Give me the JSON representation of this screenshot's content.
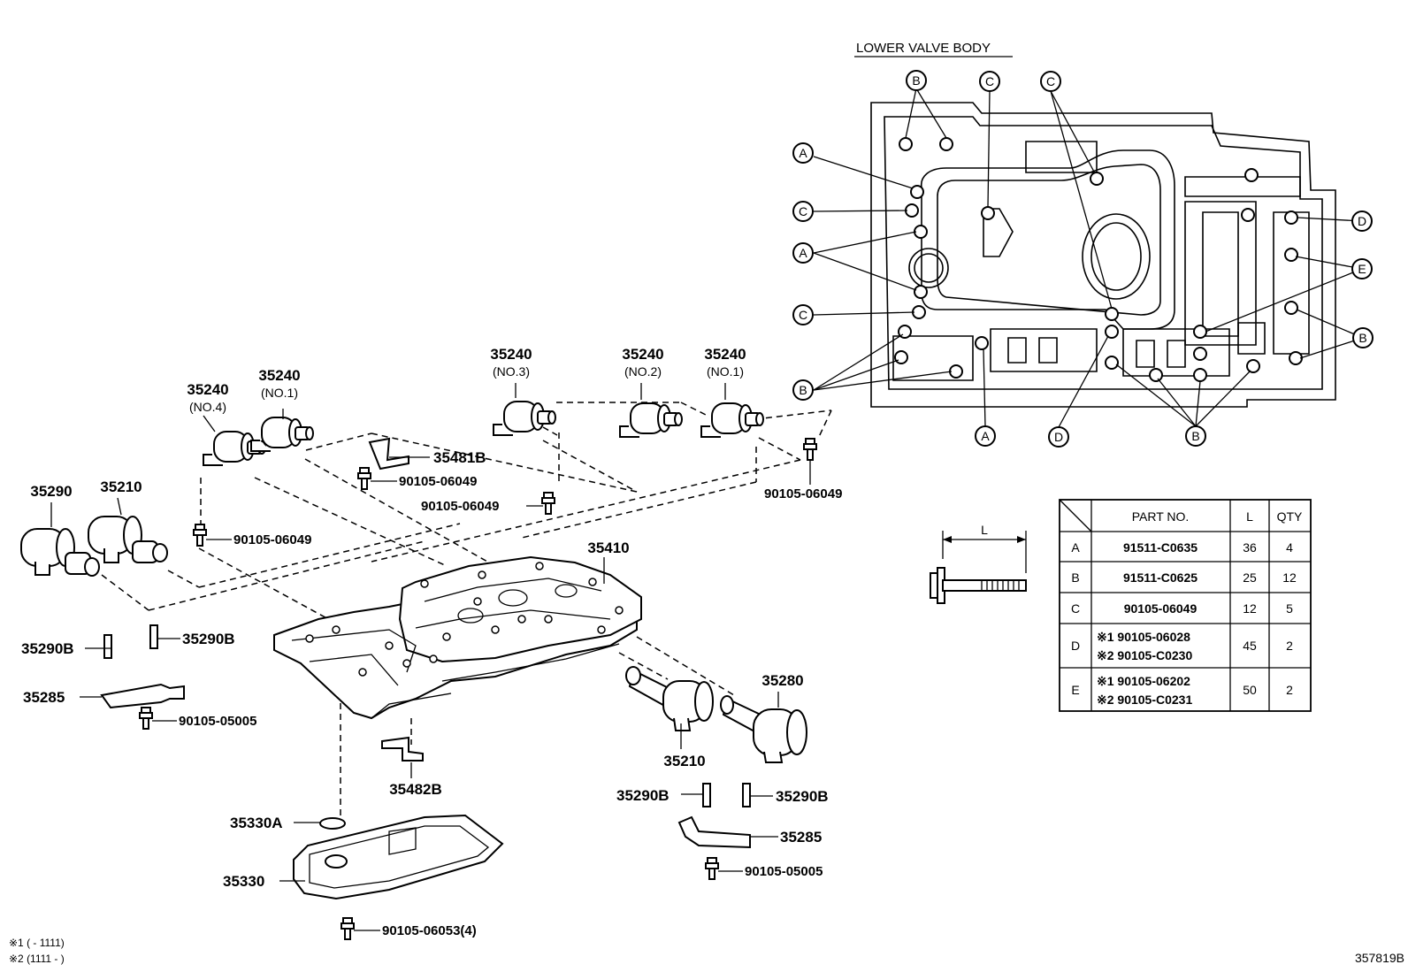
{
  "lower_valve_body": {
    "title": "LOWER VALVE BODY",
    "callouts": [
      {
        "letter": "B",
        "side": "top-1"
      },
      {
        "letter": "C",
        "side": "top-2"
      },
      {
        "letter": "C",
        "side": "top-3"
      },
      {
        "letter": "A",
        "side": "left-1"
      },
      {
        "letter": "C",
        "side": "left-2"
      },
      {
        "letter": "A",
        "side": "left-3"
      },
      {
        "letter": "C",
        "side": "left-4"
      },
      {
        "letter": "B",
        "side": "left-5"
      },
      {
        "letter": "D",
        "side": "right-1"
      },
      {
        "letter": "E",
        "side": "right-2"
      },
      {
        "letter": "B",
        "side": "right-3"
      },
      {
        "letter": "A",
        "side": "bottom-1"
      },
      {
        "letter": "D",
        "side": "bottom-2"
      },
      {
        "letter": "B",
        "side": "bottom-3"
      }
    ]
  },
  "parts": {
    "sol_no4": "35240",
    "sol_no4_sub": "(NO.4)",
    "sol_no1a": "35240",
    "sol_no1a_sub": "(NO.1)",
    "sol_no3": "35240",
    "sol_no3_sub": "(NO.3)",
    "sol_no2": "35240",
    "sol_no2_sub": "(NO.2)",
    "sol_no1b": "35240",
    "sol_no1b_sub": "(NO.1)",
    "bracket_35481b": "35481B",
    "bolt_a": "90105-06049",
    "bolt_b": "90105-06049",
    "bolt_c": "90105-06049",
    "bolt_d": "90105-06049",
    "p35290": "35290",
    "p35210": "35210",
    "p35410": "35410",
    "p35290b_left1": "35290B",
    "p35290b_left2": "35290B",
    "p35285_left": "35285",
    "bolt_05005_left": "90105-05005",
    "p35482b": "35482B",
    "p35330a": "35330A",
    "p35330": "35330",
    "bolt_06053": "90105-06053(4)",
    "p35280": "35280",
    "p35210_right": "35210",
    "p35290b_right1": "35290B",
    "p35290b_right2": "35290B",
    "p35285_right": "35285",
    "bolt_05005_right": "90105-05005"
  },
  "bolt_table": {
    "dimension_label": "L",
    "headers": [
      "",
      "PART  NO.",
      "L",
      "QTY"
    ],
    "rows": [
      {
        "key": "A",
        "part": "91511-C0635",
        "l": "36",
        "qty": "4"
      },
      {
        "key": "B",
        "part": "91511-C0625",
        "l": "25",
        "qty": "12"
      },
      {
        "key": "C",
        "part": "90105-06049",
        "l": "12",
        "qty": "5"
      },
      {
        "key": "D",
        "part1": "※1 90105-06028",
        "part2": "※2 90105-C0230",
        "l": "45",
        "qty": "2"
      },
      {
        "key": "E",
        "part1": "※1 90105-06202",
        "part2": "※2 90105-C0231",
        "l": "50",
        "qty": "2"
      }
    ]
  },
  "footnotes": {
    "note1": "※1 (        - 1111)",
    "note2": "※2 (1111 -        )"
  },
  "figure_id": "357819B"
}
